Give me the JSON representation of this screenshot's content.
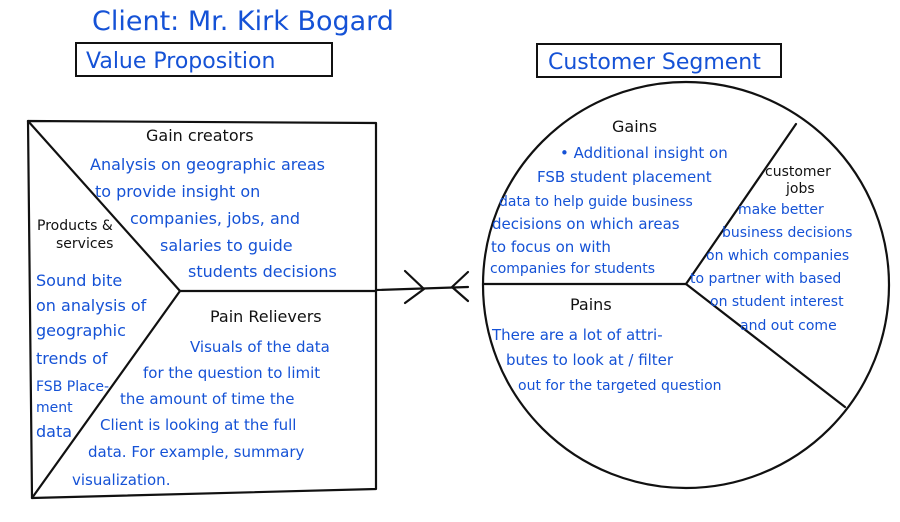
{
  "header": {
    "client": "Client: Mr. Kirk Bogard",
    "value_proposition": "Value Proposition",
    "customer_segment": "Customer Segment"
  },
  "value_prop": {
    "gain_creators": {
      "title": "Gain creators",
      "lines": [
        "Analysis on geographic areas",
        "to provide insight on",
        "companies, jobs, and",
        "salaries to guide",
        "students decisions"
      ]
    },
    "products_services": {
      "title_lines": [
        "Products &",
        "services"
      ],
      "lines": [
        "Sound bite",
        "on analysis of",
        "geographic",
        "trends of",
        "FSB Place-",
        "ment",
        "data"
      ]
    },
    "pain_relievers": {
      "title": "Pain Relievers",
      "lines": [
        "Visuals of the data",
        "for the question to limit",
        "the amount of time the",
        "Client is looking at the full",
        "data. For example, summary",
        "visualization."
      ]
    }
  },
  "customer": {
    "gains": {
      "title": "Gains",
      "lines": [
        "• Additional insight on",
        "FSB student placement",
        "data to help guide business",
        "decisions on which areas",
        "to focus on with",
        "companies for students"
      ]
    },
    "customer_jobs": {
      "title_lines": [
        "customer",
        "jobs"
      ],
      "lines": [
        "make better",
        "business decisions",
        "on which companies",
        "to partner with based",
        "on student interest",
        "and out come"
      ]
    },
    "pains": {
      "title": "Pains",
      "lines": [
        "There are a lot of attri-",
        "butes to look at / filter",
        "out for the targeted question"
      ]
    }
  },
  "colors": {
    "blue_ink": "#1552d6",
    "black_ink": "#111111"
  }
}
